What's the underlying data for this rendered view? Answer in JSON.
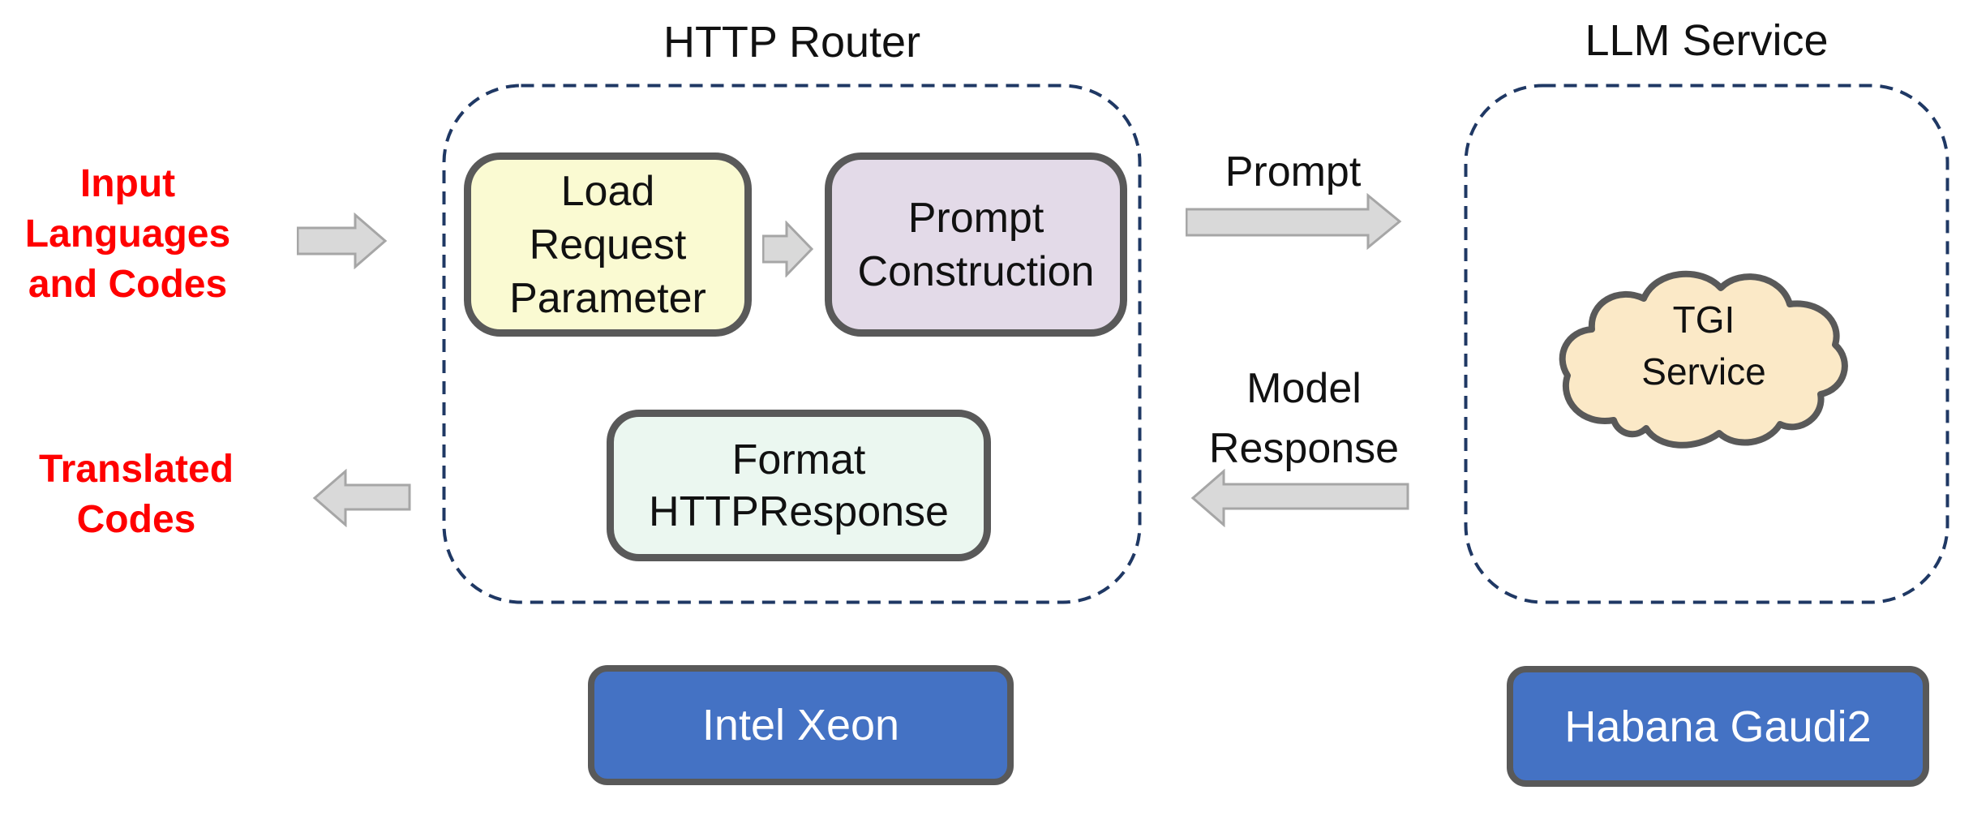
{
  "input_label": {
    "line1": "Input",
    "line2": "Languages",
    "line3": "and Codes"
  },
  "translated_label": {
    "line1": "Translated",
    "line2": "Codes"
  },
  "http_router": {
    "title": "HTTP Router",
    "load_request_box": {
      "line1": "Load",
      "line2": "Request",
      "line3": "Parameter"
    },
    "prompt_construction_box": {
      "line1": "Prompt",
      "line2": "Construction"
    },
    "format_response_box": {
      "line1": "Format",
      "line2": "HTTPResponse"
    },
    "hardware_label": "Intel Xeon"
  },
  "llm_service": {
    "title": "LLM Service",
    "cloud_label": {
      "line1": "TGI",
      "line2": "Service"
    },
    "hardware_label": "Habana Gaudi2"
  },
  "flow_labels": {
    "prompt": "Prompt",
    "model_response": {
      "line1": "Model",
      "line2": "Response"
    }
  },
  "icons": {
    "input_arrow": "arrow-right-icon",
    "step_arrow": "arrow-right-icon",
    "prompt_arrow": "arrow-right-icon",
    "model_response_arrow": "arrow-left-icon",
    "output_arrow": "arrow-left-icon",
    "tgi_cloud": "cloud-icon"
  },
  "colors": {
    "red_text": "#FF0000",
    "box_border_gray": "#595959",
    "dashed_border_navy": "#1F3864",
    "yellow_box": "#FAFAD2",
    "purple_box": "#E3DAE8",
    "mint_box": "#EBF7F0",
    "cloud_cream": "#FBE9C7",
    "hardware_blue": "#4472C4",
    "arrow_fill": "#D9D9D9",
    "arrow_stroke": "#A6A6A6"
  }
}
